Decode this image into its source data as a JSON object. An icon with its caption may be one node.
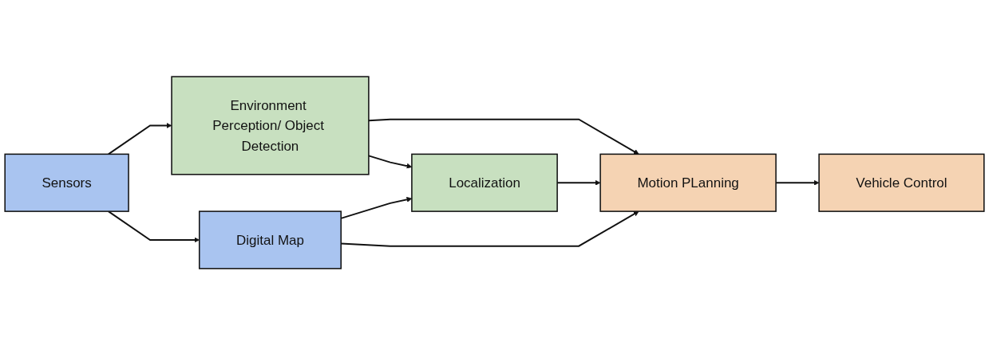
{
  "diagram": {
    "nodes": [
      {
        "text": [
          "Sensors"
        ]
      },
      {
        "text": [
          "Environment Perception/ Object Detection"
        ]
      },
      {
        "text": [
          "Motion PLanning"
        ]
      },
      {
        "text": [
          "Digital Map"
        ]
      },
      {
        "text": [
          "Localization"
        ]
      },
      {
        "text": [
          "Vehicle Control"
        ]
      }
    ],
    "edges": [
      {
        "from": 0,
        "to": 1,
        "arrow": "to"
      },
      {
        "from": 0,
        "to": 3,
        "arrow": "to"
      },
      {
        "from": 1,
        "to": 4,
        "arrow": "to"
      },
      {
        "from": 3,
        "to": 4,
        "arrow": "to"
      },
      {
        "from": 1,
        "to": 2,
        "arrow": "to"
      },
      {
        "from": 4,
        "to": 2,
        "arrow": "to"
      },
      {
        "from": 3,
        "to": 2,
        "arrow": "to"
      },
      {
        "from": 2,
        "to": 5,
        "arrow": "to"
      }
    ]
  }
}
